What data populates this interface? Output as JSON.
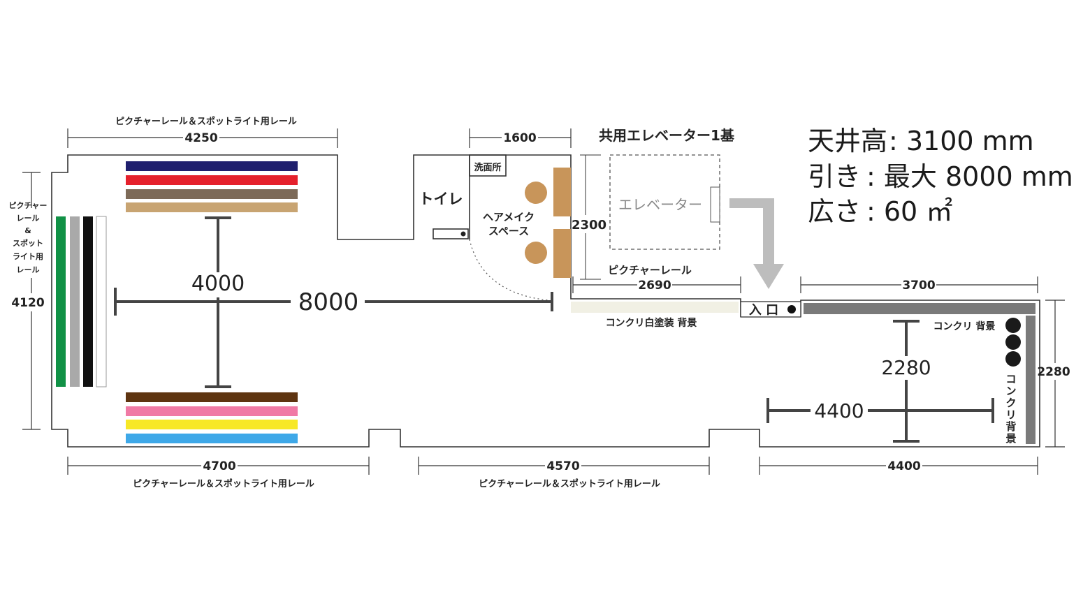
{
  "spec": {
    "ceiling_label": "天井高",
    "ceiling_value": ": 3100 mm",
    "depth_label": "引き",
    "depth_value": ": 最大 8000 mm",
    "area_label": "広さ",
    "area_value": ": 60 ㎡"
  },
  "top": {
    "rail_caption": "ピクチャーレール＆スポットライト用レール",
    "width_4250": "4250",
    "width_1600": "1600",
    "elevator_caption": "共用エレベーター1基"
  },
  "rooms": {
    "toilet": "トイレ",
    "washroom": "洗面所",
    "hairmake_line1": "ヘアメイク",
    "hairmake_line2": "スペース",
    "elevator": "エレベーター",
    "height_2300": "2300"
  },
  "left": {
    "vertical_caption_lines": [
      "ピクチャー",
      "レール",
      "&",
      "スポット",
      "ライト用",
      "レール"
    ],
    "height_4120": "4120"
  },
  "studio": {
    "dim_4000": "4000",
    "dim_8000": "8000"
  },
  "entrance": {
    "label": "入 口",
    "rail_caption": "ピクチャーレール",
    "dim_2690": "2690",
    "dim_3700": "3700",
    "white_backdrop": "コンクリ白塗装 背景",
    "concrete_backdrop_h": "コンクリ 背景",
    "concrete_backdrop_v": [
      "コ",
      "ン",
      "ク",
      "リ",
      "背",
      "景"
    ]
  },
  "right": {
    "dim_2280_inner": "2280",
    "dim_4400_inner": "4400",
    "dim_2280_outer": "2280"
  },
  "bottom": {
    "dim_4700": "4700",
    "dim_4570": "4570",
    "dim_4400": "4400",
    "rail_caption_left": "ピクチャーレール＆スポットライト用レール",
    "rail_caption_mid": "ピクチャーレール＆スポットライト用レール"
  },
  "colors": {
    "backdrops_top": [
      "#1f1f6e",
      "#e5212c",
      "#7d6a58",
      "#c8a472"
    ],
    "backdrops_bottom": [
      "#5e3410",
      "#f07aa5",
      "#f7e826",
      "#3ea8e8"
    ],
    "backdrops_left": [
      "#119146",
      "#a9a9a9",
      "#111111",
      "#ffffff"
    ],
    "wood": "#c8955a",
    "concrete": "#7a7a7a",
    "white_wall": "#f1f0e4",
    "arrow": "#bdbdbd"
  }
}
